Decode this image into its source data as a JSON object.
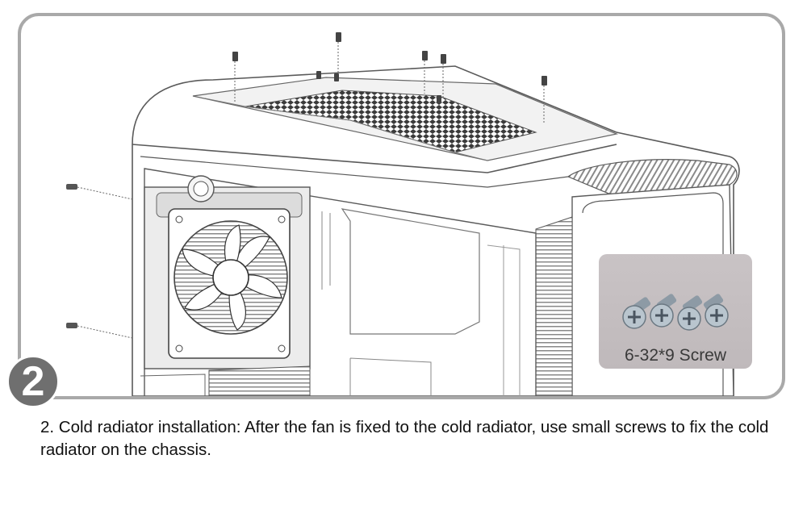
{
  "step": {
    "number": "2"
  },
  "screw_photo": {
    "label": "6-32*9 Screw"
  },
  "caption": {
    "text": "2. Cold radiator installation: After the fan is fixed to the cold radiator, use small screws to fix the cold radiator on the chassis."
  },
  "colors": {
    "frame_border": "#a9a9a9",
    "badge": "#6f6f6f",
    "photo_bg": "#c5bfc1",
    "line_art": "#5a5a5a"
  },
  "icons": [
    "pc-chassis-illustration",
    "cooling-fan-icon",
    "screw-icon",
    "radiator-icon"
  ]
}
